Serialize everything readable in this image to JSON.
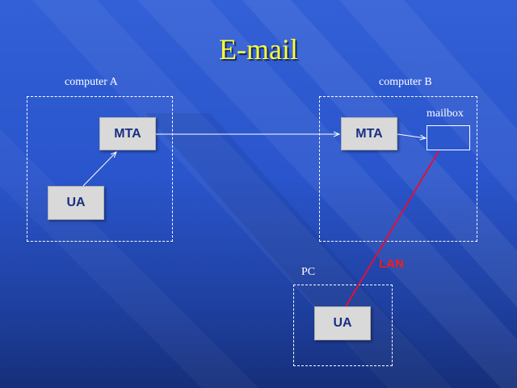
{
  "slide": {
    "title": "E-mail",
    "colors": {
      "title": "#ffff33",
      "lan_link": "#e0103a",
      "node_fill": "#d9d9d9",
      "node_text": "#1a2f80"
    }
  },
  "computer_a": {
    "label": "computer A",
    "nodes": {
      "mta": "MTA",
      "ua": "UA"
    }
  },
  "computer_b": {
    "label": "computer B",
    "nodes": {
      "mta": "MTA"
    },
    "mailbox_label": "mailbox"
  },
  "pc": {
    "label": "PC",
    "nodes": {
      "ua": "UA"
    }
  },
  "links": {
    "lan_label": "LAN"
  }
}
